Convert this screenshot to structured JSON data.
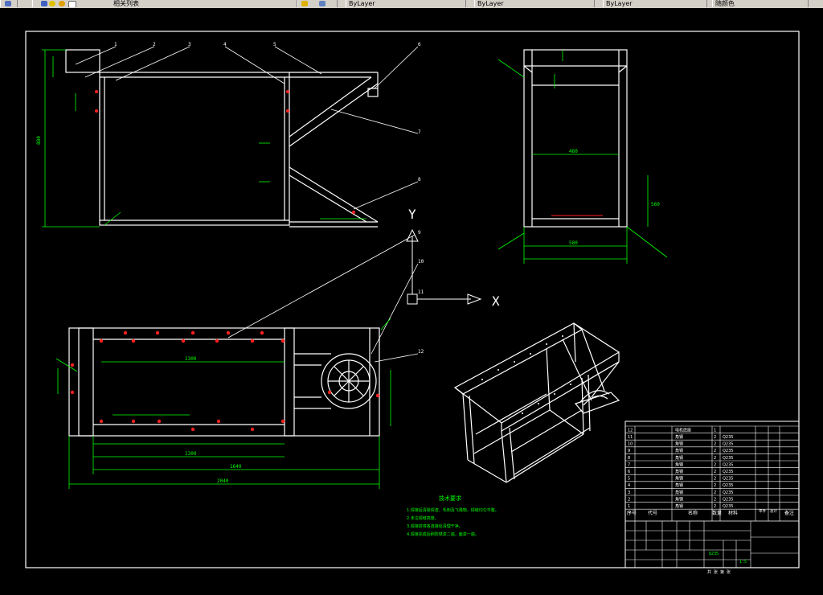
{
  "toolbar": {
    "layer_label": "相关列表",
    "combo_1": "ByLayer",
    "combo_2": "ByLayer",
    "combo_3": "ByLayer",
    "combo_4": "随颜色"
  },
  "drawing": {
    "axis_y": "Y",
    "axis_x": "X",
    "callouts": [
      "1",
      "2",
      "3",
      "4",
      "5",
      "6",
      "7",
      "8",
      "9",
      "10",
      "11",
      "12"
    ],
    "tech_title": "技术要求",
    "tech_lines": [
      "1.焊接后清除焊渣、毛刺及飞溅物，焊缝均匀平整。",
      "2.未注焊缝高度。",
      "3.焊接前将各连接处清理干净。",
      "4.焊接完成后刷防锈漆二遍，面漆一遍。"
    ],
    "dims": {
      "left_height": "880",
      "bottom_total": "2040",
      "bottom_mid": "1640",
      "bottom_inner": "1300",
      "side_width": "580",
      "side_inner": "480",
      "side_height": "560",
      "plan_inner": "1300"
    },
    "bom_headers": [
      "序号",
      "代号",
      "名称",
      "数量",
      "材料",
      "单件",
      "总计",
      "备注"
    ],
    "bom_rows": [
      [
        "12",
        "",
        "电机底座",
        "1",
        "",
        "",
        "",
        ""
      ],
      [
        "11",
        "",
        "角钢",
        "2",
        "Q235",
        "",
        "",
        ""
      ],
      [
        "10",
        "",
        "角钢",
        "2",
        "Q235",
        "",
        "",
        ""
      ],
      [
        "9",
        "",
        "角钢",
        "2",
        "Q235",
        "",
        "",
        ""
      ],
      [
        "8",
        "",
        "角钢",
        "2",
        "Q235",
        "",
        "",
        ""
      ],
      [
        "7",
        "",
        "角钢",
        "2",
        "Q235",
        "",
        "",
        ""
      ],
      [
        "6",
        "",
        "角钢",
        "2",
        "Q235",
        "",
        "",
        ""
      ],
      [
        "5",
        "",
        "角钢",
        "2",
        "Q235",
        "",
        "",
        ""
      ],
      [
        "4",
        "",
        "角钢",
        "2",
        "Q235",
        "",
        "",
        ""
      ],
      [
        "3",
        "",
        "角钢",
        "2",
        "Q235",
        "",
        "",
        ""
      ],
      [
        "2",
        "",
        "角钢",
        "2",
        "Q235",
        "",
        "",
        ""
      ],
      [
        "1",
        "",
        "角钢",
        "2",
        "Q235",
        "",
        "",
        ""
      ]
    ],
    "title_block": {
      "scale": "1:5",
      "sheet": "共 张 第 张",
      "material": "Q235"
    }
  },
  "colors": {
    "line": "#ffffff",
    "dim": "#00ff00",
    "hole": "#ff2020",
    "frame": "#ffffff"
  }
}
